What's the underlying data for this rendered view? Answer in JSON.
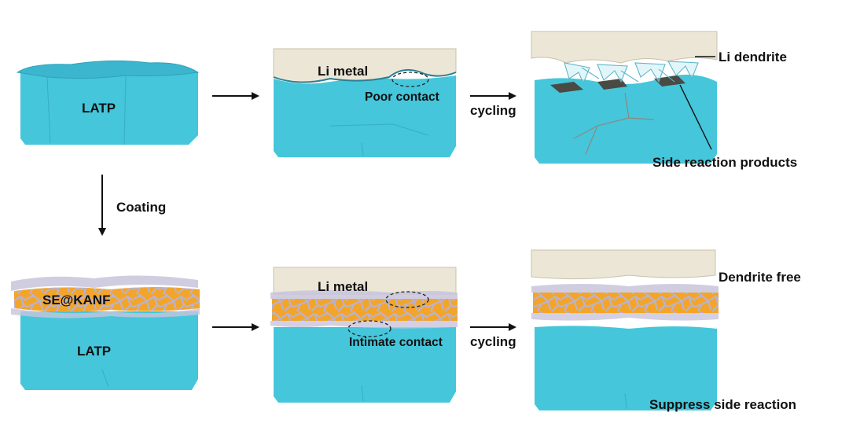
{
  "labels": {
    "latp_top": "LATP",
    "latp_bottom": "LATP",
    "li_metal_top": "Li metal",
    "li_metal_bottom": "Li metal",
    "poor_contact": "Poor contact",
    "intimate_contact": "Intimate contact",
    "cycling_top": "cycling",
    "cycling_bottom": "cycling",
    "coating": "Coating",
    "se_kanf": "SE@KANF",
    "li_dendrite": "Li dendrite",
    "side_reaction_products": "Side reaction products",
    "dendrite_free": "Dendrite free",
    "suppress_side_reaction": "Suppress side reaction"
  },
  "colors": {
    "latp_front": "#45c6db",
    "latp_top": "#3fb8d0",
    "latp_side": "#2ea3bb",
    "li_metal": "#ece6d6",
    "li_metal_dark": "#c9c1ab",
    "kanf_fiber": "#f0a020",
    "kanf_film": "#c8c4dc",
    "side_product": "#4a4a44",
    "dendrite": "#8fd8e6"
  }
}
